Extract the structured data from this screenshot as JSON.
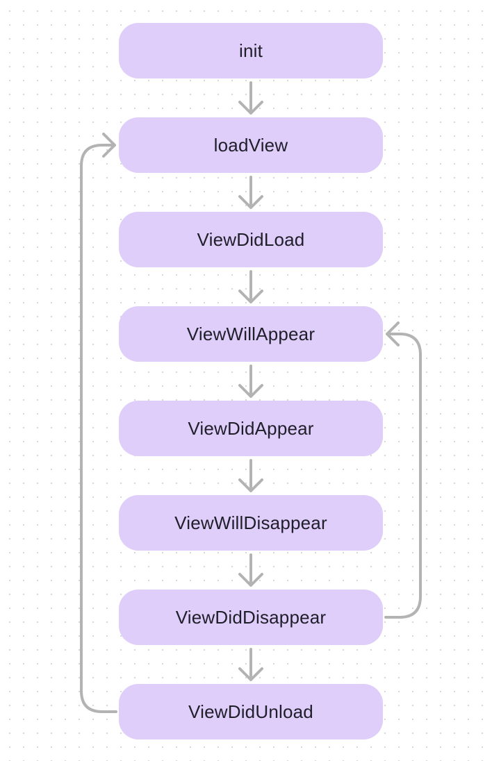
{
  "diagram": {
    "nodes": [
      {
        "label": "init"
      },
      {
        "label": "loadView"
      },
      {
        "label": "ViewDidLoad"
      },
      {
        "label": "ViewWillAppear"
      },
      {
        "label": "ViewDidAppear"
      },
      {
        "label": "ViewWillDisappear"
      },
      {
        "label": "ViewDidDisappear"
      },
      {
        "label": "ViewDidUnload"
      }
    ],
    "edges": [
      {
        "from": "init",
        "to": "loadView"
      },
      {
        "from": "loadView",
        "to": "ViewDidLoad"
      },
      {
        "from": "ViewDidLoad",
        "to": "ViewWillAppear"
      },
      {
        "from": "ViewWillAppear",
        "to": "ViewDidAppear"
      },
      {
        "from": "ViewDidAppear",
        "to": "ViewWillDisappear"
      },
      {
        "from": "ViewWillDisappear",
        "to": "ViewDidDisappear"
      },
      {
        "from": "ViewDidDisappear",
        "to": "ViewDidUnload"
      },
      {
        "from": "ViewDidDisappear",
        "to": "ViewWillAppear"
      },
      {
        "from": "ViewDidUnload",
        "to": "loadView"
      }
    ],
    "colors": {
      "node_fill": "#dfcdfa",
      "text": "#1f1f2a",
      "connector": "#b3b3b3",
      "canvas_dot": "#d7d7d7",
      "background": "#ffffff"
    }
  }
}
